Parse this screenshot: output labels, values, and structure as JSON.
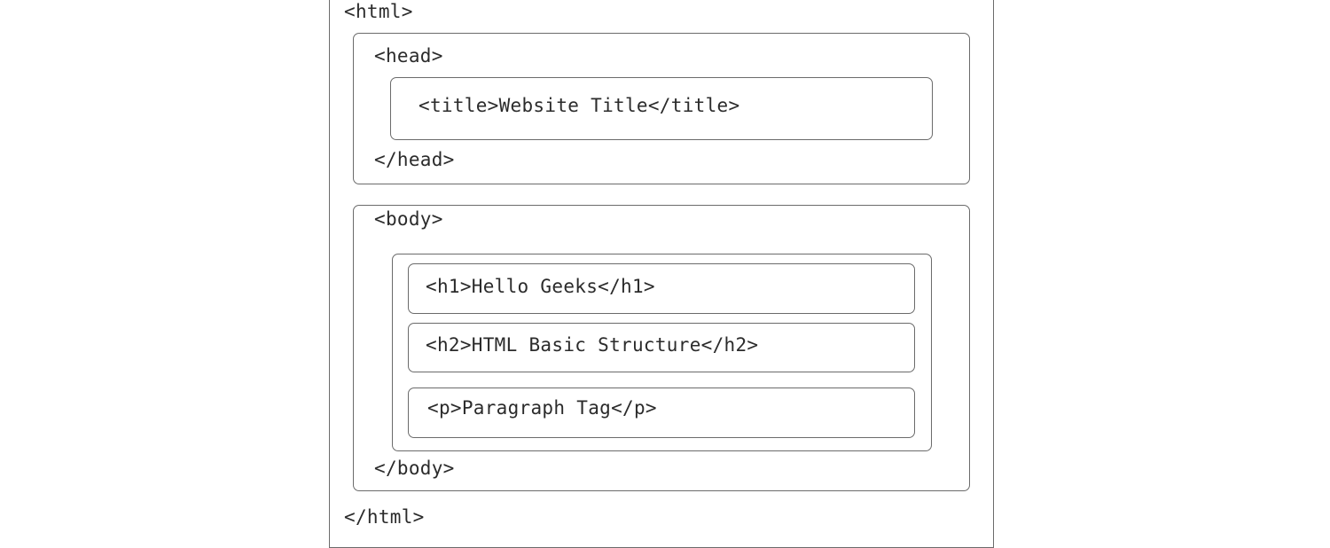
{
  "html": {
    "open": "<html>",
    "close": "</html>",
    "head": {
      "open": "<head>",
      "close": "</head>",
      "title": "<title>Website Title</title>"
    },
    "body": {
      "open": "<body>",
      "close": "</body>",
      "h1": "<h1>Hello Geeks</h1>",
      "h2": "<h2>HTML Basic Structure</h2>",
      "p": "<p>Paragraph Tag</p>"
    }
  }
}
